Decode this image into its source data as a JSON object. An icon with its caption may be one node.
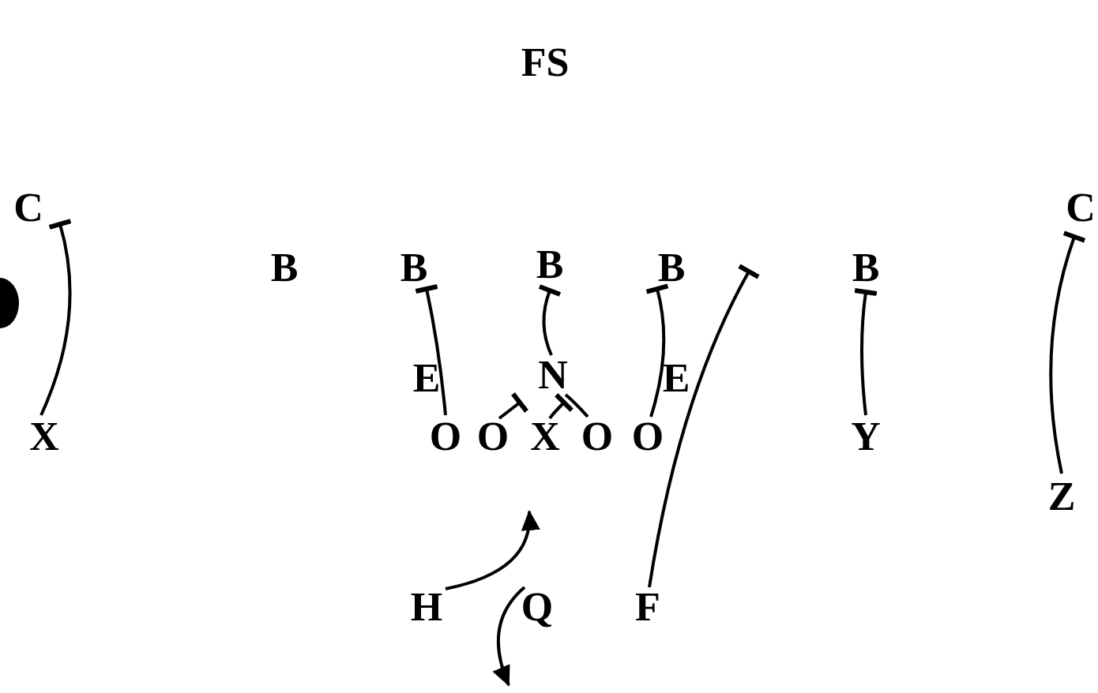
{
  "diagram": {
    "nodes": [
      {
        "text": [
          "FS"
        ]
      },
      {
        "text": [
          "C"
        ]
      },
      {
        "text": [
          "B"
        ]
      },
      {
        "text": [
          "B"
        ]
      },
      {
        "text": [
          "B"
        ]
      },
      {
        "text": [
          "B"
        ]
      },
      {
        "text": [
          "B"
        ]
      },
      {
        "text": [
          "C"
        ]
      },
      {
        "text": [
          "E"
        ]
      },
      {
        "text": [
          "N"
        ]
      },
      {
        "text": [
          "E"
        ]
      },
      {
        "text": [
          "X"
        ]
      },
      {
        "text": [
          "O"
        ]
      },
      {
        "text": [
          "O"
        ]
      },
      {
        "text": [
          "X"
        ]
      },
      {
        "text": [
          "O"
        ]
      },
      {
        "text": [
          "O"
        ]
      },
      {
        "text": [
          "Y"
        ]
      },
      {
        "text": [
          "Z"
        ]
      },
      {
        "text": [
          "H"
        ]
      },
      {
        "text": [
          "Q"
        ]
      },
      {
        "text": [
          "F"
        ]
      }
    ],
    "edges": [
      {
        "from": 11,
        "to": 1,
        "arrow": "other"
      },
      {
        "from": 12,
        "to": 3,
        "arrow": "other"
      },
      {
        "from": 13,
        "to": null,
        "arrow": "other"
      },
      {
        "from": 14,
        "to": null,
        "arrow": "other"
      },
      {
        "from": 15,
        "to": 9,
        "arrow": "none"
      },
      {
        "from": 9,
        "to": 4,
        "arrow": "other"
      },
      {
        "from": 16,
        "to": 5,
        "arrow": "other"
      },
      {
        "from": 21,
        "to": null,
        "arrow": "other"
      },
      {
        "from": 17,
        "to": 6,
        "arrow": "other"
      },
      {
        "from": 18,
        "to": 7,
        "arrow": "other"
      },
      {
        "from": 19,
        "to": null,
        "arrow": "to"
      },
      {
        "from": 20,
        "to": null,
        "arrow": "to"
      }
    ]
  }
}
